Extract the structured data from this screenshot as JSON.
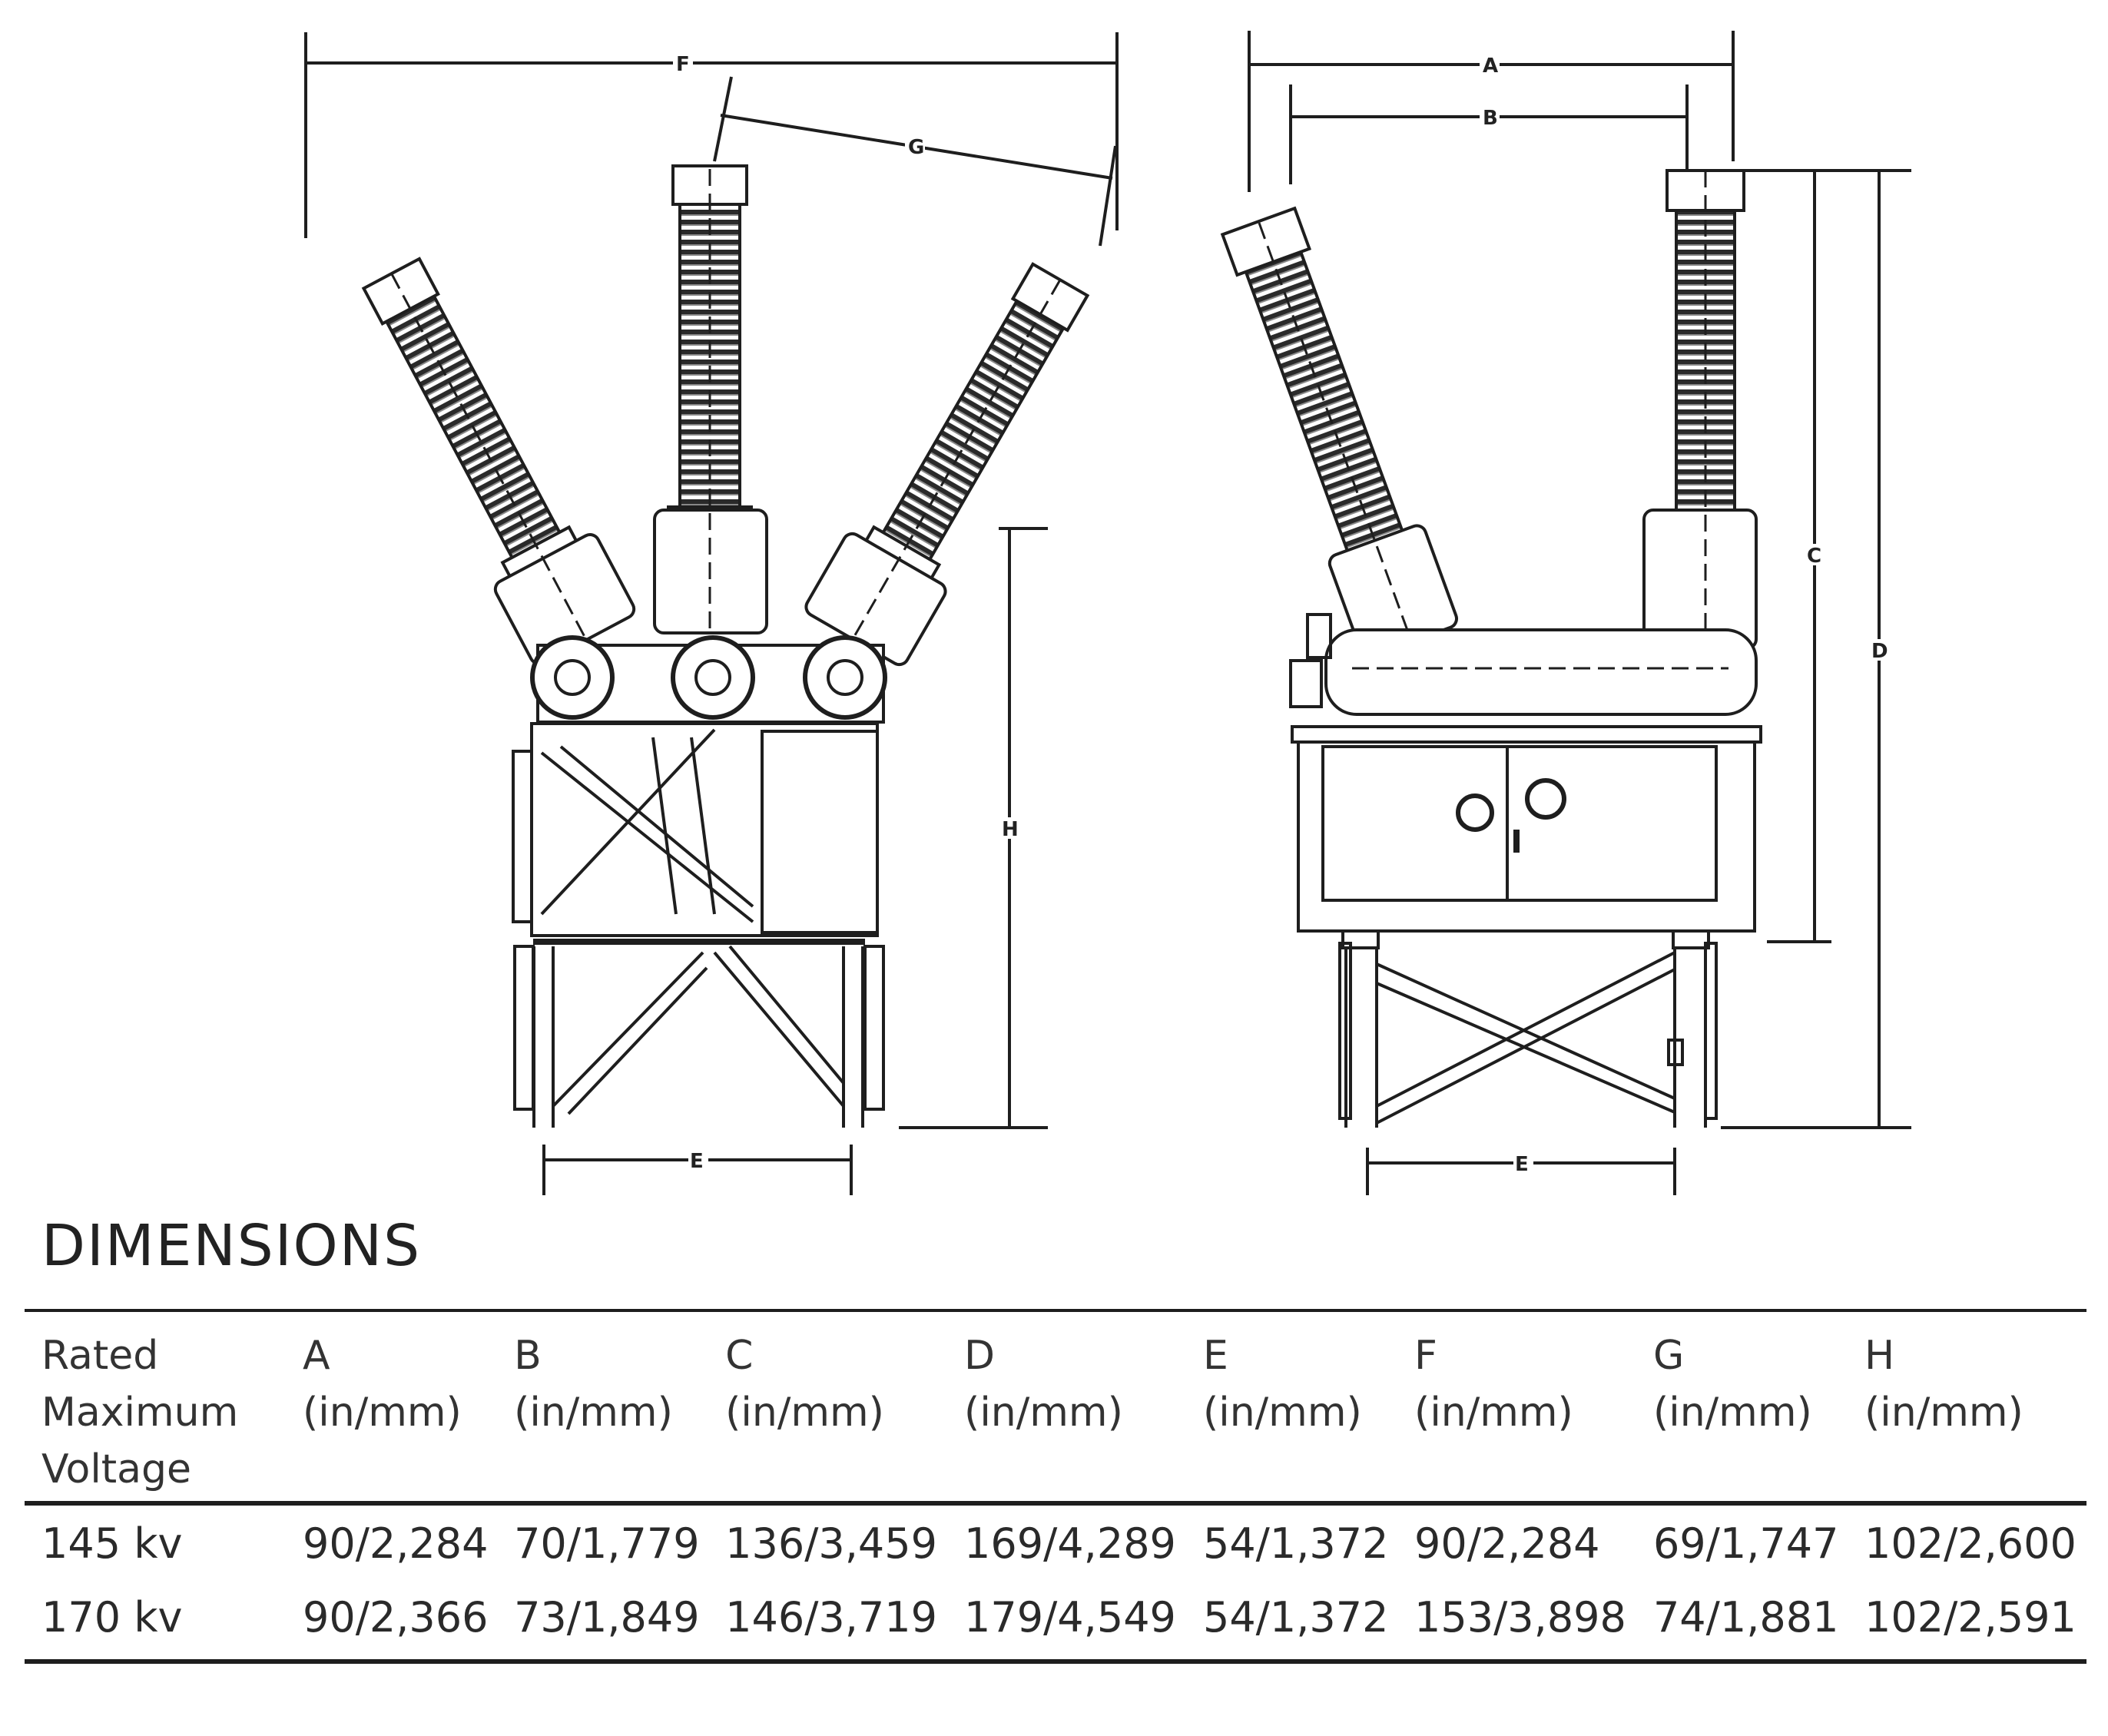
{
  "figure": {
    "front_view_labels": {
      "F": "F",
      "G": "G",
      "H": "H",
      "E": "E"
    },
    "side_view_labels": {
      "A": "A",
      "B": "B",
      "C": "C",
      "D": "D",
      "E": "E"
    }
  },
  "title": "DIMENSIONS",
  "table": {
    "header": {
      "rated_line1": "Rated",
      "rated_line2": "Maximum",
      "rated_line3": "Voltage",
      "columns": [
        {
          "letter": "A",
          "unit": "(in/mm)"
        },
        {
          "letter": "B",
          "unit": "(in/mm)"
        },
        {
          "letter": "C",
          "unit": "(in/mm)"
        },
        {
          "letter": "D",
          "unit": "(in/mm)"
        },
        {
          "letter": "E",
          "unit": "(in/mm)"
        },
        {
          "letter": "F",
          "unit": "(in/mm)"
        },
        {
          "letter": "G",
          "unit": "(in/mm)"
        },
        {
          "letter": "H",
          "unit": "(in/mm)"
        }
      ]
    },
    "rows": [
      {
        "voltage": "145 kv",
        "values": [
          "90/2,284",
          "70/1,779",
          "136/3,459",
          "169/4,289",
          "54/1,372",
          "90/2,284",
          "69/1,747",
          "102/2,600"
        ]
      },
      {
        "voltage": "170 kv",
        "values": [
          "90/2,366",
          "73/1,849",
          "146/3,719",
          "179/4,549",
          "54/1,372",
          "153/3,898",
          "74/1,881",
          "102/2,591"
        ]
      }
    ]
  }
}
